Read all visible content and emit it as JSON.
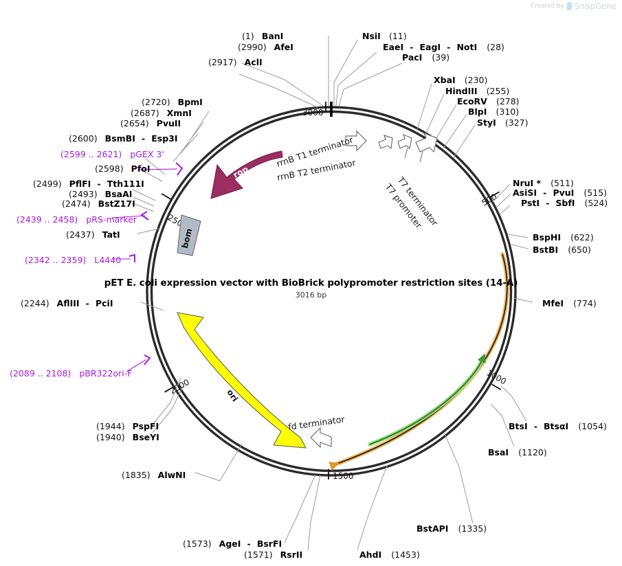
{
  "watermark": {
    "created_by": "Created by",
    "brand": "SnapGene",
    "logo_icon": "snapgene-logo-icon"
  },
  "title": {
    "name": "pET E. coli expression vector with BioBrick polypromoter restriction sites (14-A)",
    "length": "3016 bp"
  },
  "plasmid": {
    "size_bp": 3016,
    "colors": {
      "backbone": "#2b2b2b",
      "rop": "#9c2d62",
      "bom": "#b2bac6",
      "ori": "#ffff00",
      "primer": "#a61ae0",
      "arc_orange": "#e8a33d",
      "arc_green": "#55b747",
      "leader": "#9a9a9a",
      "watermark": "#cdd2d7"
    }
  },
  "ticks": [
    {
      "label": "500",
      "bp": 500
    },
    {
      "label": "1000",
      "bp": 1000
    },
    {
      "label": "1500",
      "bp": 1500
    },
    {
      "label": "2000",
      "bp": 2000
    },
    {
      "label": "2500",
      "bp": 2500
    },
    {
      "label": "3000",
      "bp": 3000
    }
  ],
  "features": [
    {
      "name": "rop",
      "kind": "cds",
      "shape": "arrow",
      "color": "#9c2d62",
      "text_color": "#ffffff",
      "direction": "counterclockwise"
    },
    {
      "name": "bom",
      "kind": "misc",
      "shape": "box",
      "color": "#b2bac6",
      "text_color": "#111111",
      "direction": "none"
    },
    {
      "name": "ori",
      "kind": "rep_origin",
      "shape": "arrow",
      "color": "#ffff00",
      "text_color": "#111111",
      "direction": "counterclockwise"
    },
    {
      "name": "rrnB T1 terminator",
      "kind": "terminator",
      "shape": "open-arrow",
      "color": "#ffffff",
      "text_color": "#1a1a1a",
      "direction": "clockwise"
    },
    {
      "name": "rrnB T2 terminator",
      "kind": "terminator",
      "shape": "open-arrow",
      "color": "#ffffff",
      "text_color": "#1a1a1a",
      "direction": "clockwise"
    },
    {
      "name": "T7 terminator",
      "kind": "terminator",
      "shape": "open-arrow",
      "color": "#ffffff",
      "text_color": "#1a1a1a",
      "direction": "clockwise"
    },
    {
      "name": "T7 promoter",
      "kind": "promoter",
      "shape": "open-arrow",
      "color": "#ffffff",
      "text_color": "#1a1a1a",
      "direction": "clockwise"
    },
    {
      "name": "fd terminator",
      "kind": "terminator",
      "shape": "open-arrow",
      "color": "#ffffff",
      "text_color": "#1a1a1a",
      "direction": "counterclockwise"
    }
  ],
  "unlabeled_arcs": [
    {
      "name": "orange-arc",
      "color": "#e8a33d",
      "direction": "counterclockwise"
    },
    {
      "name": "green-arc",
      "color": "#55b747",
      "direction": "clockwise"
    }
  ],
  "sites": [
    {
      "id": "banI",
      "enzymes": [
        "BanI"
      ],
      "position": "(1)",
      "pos_side": "left"
    },
    {
      "id": "afeI",
      "enzymes": [
        "AfeI"
      ],
      "position": "(2990)",
      "pos_side": "left"
    },
    {
      "id": "aclI",
      "enzymes": [
        "AclI"
      ],
      "position": "(2917)",
      "pos_side": "left"
    },
    {
      "id": "nsiI",
      "enzymes": [
        "NsiI"
      ],
      "position": "(11)",
      "pos_side": "right"
    },
    {
      "id": "eaeI",
      "enzymes": [
        "EaeI",
        "EagI",
        "NotI"
      ],
      "position": "(28)",
      "pos_side": "right"
    },
    {
      "id": "pacI",
      "enzymes": [
        "PacI"
      ],
      "position": "(39)",
      "pos_side": "right"
    },
    {
      "id": "xbaI",
      "enzymes": [
        "XbaI"
      ],
      "position": "(230)",
      "pos_side": "right"
    },
    {
      "id": "hindIII",
      "enzymes": [
        "HindIII"
      ],
      "position": "(255)",
      "pos_side": "right"
    },
    {
      "id": "ecoRV",
      "enzymes": [
        "EcoRV"
      ],
      "position": "(278)",
      "pos_side": "right"
    },
    {
      "id": "blpI",
      "enzymes": [
        "BlpI"
      ],
      "position": "(310)",
      "pos_side": "right"
    },
    {
      "id": "styI",
      "enzymes": [
        "StyI"
      ],
      "position": "(327)",
      "pos_side": "right"
    },
    {
      "id": "nruI",
      "enzymes": [
        "NruI *"
      ],
      "position": "(511)",
      "pos_side": "right"
    },
    {
      "id": "asiSI",
      "enzymes": [
        "AsiSI",
        "PvuI"
      ],
      "position": "(515)",
      "pos_side": "right"
    },
    {
      "id": "pstI",
      "enzymes": [
        "PstI",
        "SbfI"
      ],
      "position": "(524)",
      "pos_side": "right"
    },
    {
      "id": "bspHI",
      "enzymes": [
        "BspHI"
      ],
      "position": "(622)",
      "pos_side": "right"
    },
    {
      "id": "bstBI",
      "enzymes": [
        "BstBI"
      ],
      "position": "(650)",
      "pos_side": "right"
    },
    {
      "id": "mfeI",
      "enzymes": [
        "MfeI"
      ],
      "position": "(774)",
      "pos_side": "right"
    },
    {
      "id": "btsI",
      "enzymes": [
        "BtsI",
        "BtsαI"
      ],
      "position": "(1054)",
      "pos_side": "right"
    },
    {
      "id": "bsaI",
      "enzymes": [
        "BsaI"
      ],
      "position": "(1120)",
      "pos_side": "right"
    },
    {
      "id": "bstAPI",
      "enzymes": [
        "BstAPI"
      ],
      "position": "(1335)",
      "pos_side": "right"
    },
    {
      "id": "ahdI",
      "enzymes": [
        "AhdI"
      ],
      "position": "(1453)",
      "pos_side": "right"
    },
    {
      "id": "ageI",
      "enzymes": [
        "AgeI",
        "BsrFI"
      ],
      "position": "(1573)",
      "pos_side": "left"
    },
    {
      "id": "rsrII",
      "enzymes": [
        "RsrII"
      ],
      "position": "(1571)",
      "pos_side": "left"
    },
    {
      "id": "alwNI",
      "enzymes": [
        "AlwNI"
      ],
      "position": "(1835)",
      "pos_side": "left"
    },
    {
      "id": "bseYI",
      "enzymes": [
        "BseYI"
      ],
      "position": "(1940)",
      "pos_side": "left"
    },
    {
      "id": "pspFI",
      "enzymes": [
        "PspFI"
      ],
      "position": "(1944)",
      "pos_side": "left"
    },
    {
      "id": "aflIII",
      "enzymes": [
        "AflIII",
        "PciI"
      ],
      "position": "(2244)",
      "pos_side": "left"
    },
    {
      "id": "tatI",
      "enzymes": [
        "TatI"
      ],
      "position": "(2437)",
      "pos_side": "left"
    },
    {
      "id": "bstZ17I",
      "enzymes": [
        "BstZ17I"
      ],
      "position": "(2474)",
      "pos_side": "left"
    },
    {
      "id": "bsaAI",
      "enzymes": [
        "BsaAI"
      ],
      "position": "(2493)",
      "pos_side": "left"
    },
    {
      "id": "pflFI",
      "enzymes": [
        "PflFI",
        "Tth111I"
      ],
      "position": "(2499)",
      "pos_side": "left"
    },
    {
      "id": "pfoI",
      "enzymes": [
        "PfoI"
      ],
      "position": "(2598)",
      "pos_side": "left"
    },
    {
      "id": "bsmBI",
      "enzymes": [
        "BsmBI",
        "Esp3I"
      ],
      "position": "(2600)",
      "pos_side": "left"
    },
    {
      "id": "pvuII",
      "enzymes": [
        "PvuII"
      ],
      "position": "(2654)",
      "pos_side": "left"
    },
    {
      "id": "xmnI",
      "enzymes": [
        "XmnI"
      ],
      "position": "(2687)",
      "pos_side": "left"
    },
    {
      "id": "bpmI",
      "enzymes": [
        "BpmI"
      ],
      "position": "(2720)",
      "pos_side": "left"
    }
  ],
  "primers": [
    {
      "id": "pgex3",
      "range": "(2599 .. 2621)",
      "name": "pGEX 3'"
    },
    {
      "id": "prsmarker",
      "range": "(2439 .. 2458)",
      "name": "pRS-marker"
    },
    {
      "id": "l4440",
      "range": "(2342 .. 2359)",
      "name": "L4440"
    },
    {
      "id": "pbr322orif",
      "range": "(2089 .. 2108)",
      "name": "pBR322ori-F"
    }
  ]
}
